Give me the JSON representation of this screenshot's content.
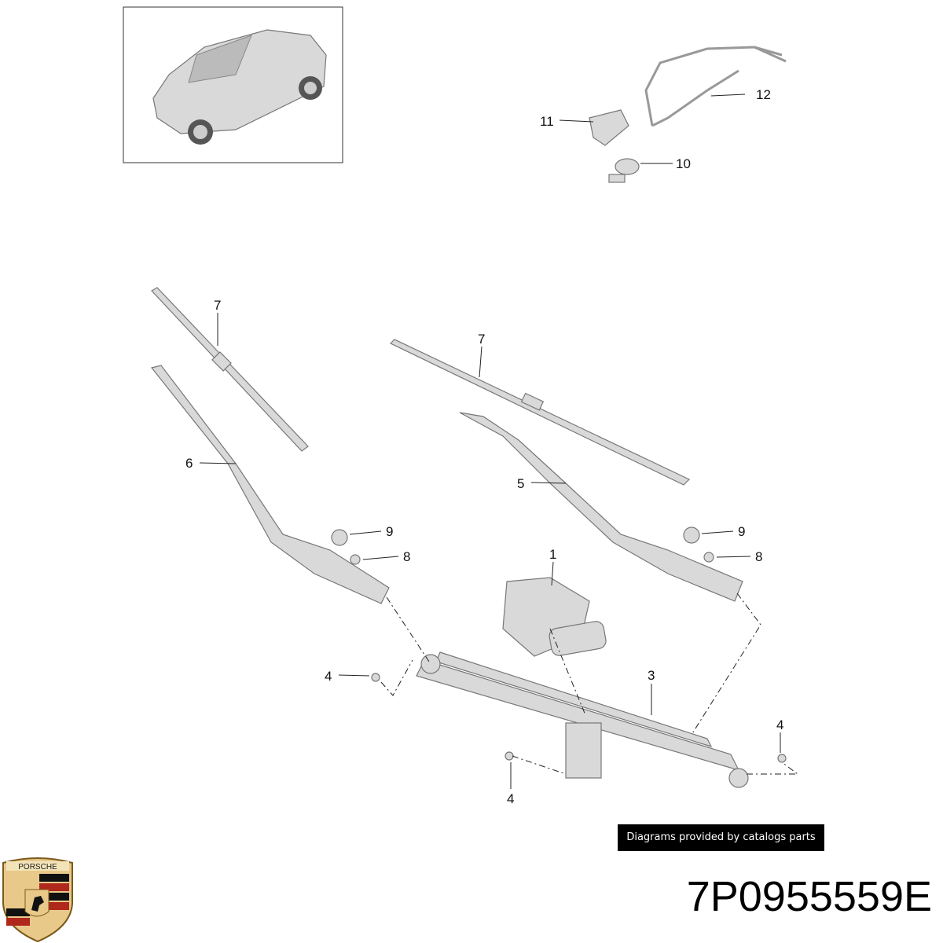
{
  "diagram": {
    "callouts": [
      "12",
      "11",
      "10",
      "7",
      "7",
      "6",
      "5",
      "9",
      "8",
      "9",
      "8",
      "1",
      "3",
      "4",
      "4",
      "4"
    ]
  },
  "footer": {
    "credit": "Diagrams provided by catalogs parts",
    "part_number": "7P0955559E",
    "logo_text": "PORSCHE"
  }
}
